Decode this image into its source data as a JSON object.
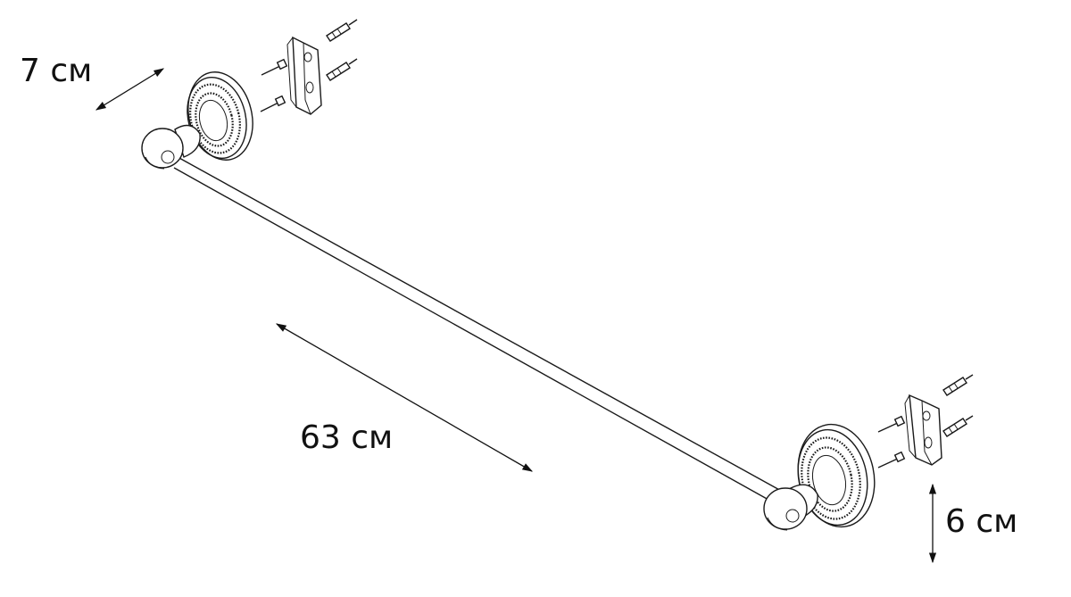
{
  "dimensions": {
    "depth": "7 см",
    "length": "63 см",
    "height": "6 см"
  },
  "colors": {
    "line": "#1a1a1a",
    "background": "#ffffff"
  }
}
